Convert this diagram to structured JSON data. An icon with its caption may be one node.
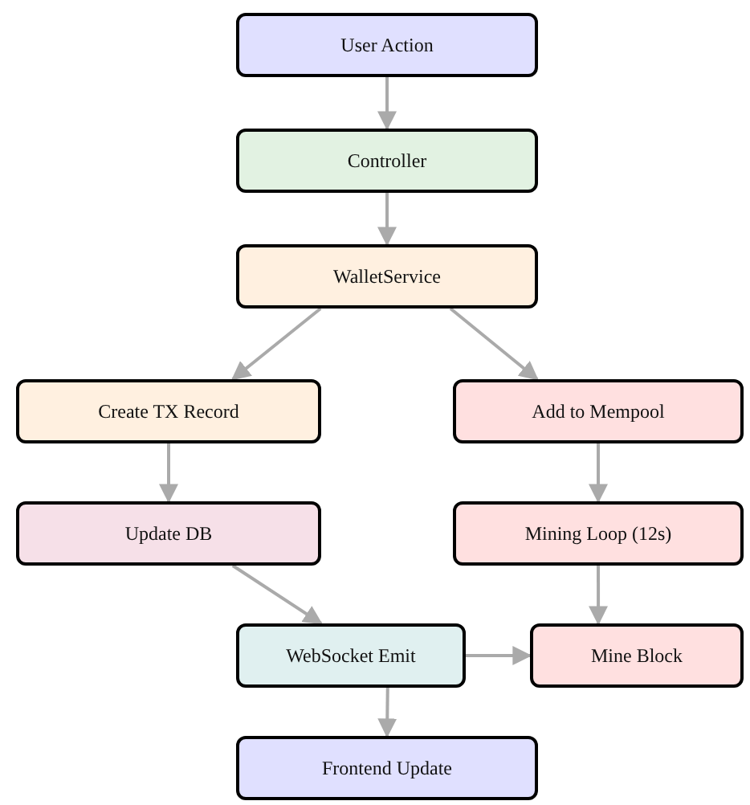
{
  "diagram": {
    "nodes": [
      {
        "text": [
          "User Action"
        ]
      },
      {
        "text": [
          "Controller"
        ]
      },
      {
        "text": [
          "WalletService"
        ]
      },
      {
        "text": [
          "Create TX Record"
        ]
      },
      {
        "text": [
          "Add to Mempool"
        ]
      },
      {
        "text": [
          "Update DB"
        ]
      },
      {
        "text": [
          "Mining Loop (12s)"
        ]
      },
      {
        "text": [
          "WebSocket Emit"
        ]
      },
      {
        "text": [
          "Mine Block"
        ]
      },
      {
        "text": [
          "Frontend Update"
        ]
      }
    ],
    "edges": [
      {
        "from": 0,
        "to": 1,
        "arrow": "to"
      },
      {
        "from": 1,
        "to": 2,
        "arrow": "to"
      },
      {
        "from": 2,
        "to": 3,
        "arrow": "to"
      },
      {
        "from": 2,
        "to": 4,
        "arrow": "to"
      },
      {
        "from": 3,
        "to": 5,
        "arrow": "to"
      },
      {
        "from": 4,
        "to": 6,
        "arrow": "to"
      },
      {
        "from": 5,
        "to": 7,
        "arrow": "to"
      },
      {
        "from": 6,
        "to": 8,
        "arrow": "to"
      },
      {
        "from": 7,
        "to": 8,
        "arrow": "to"
      },
      {
        "from": 7,
        "to": 9,
        "arrow": "to"
      }
    ]
  }
}
